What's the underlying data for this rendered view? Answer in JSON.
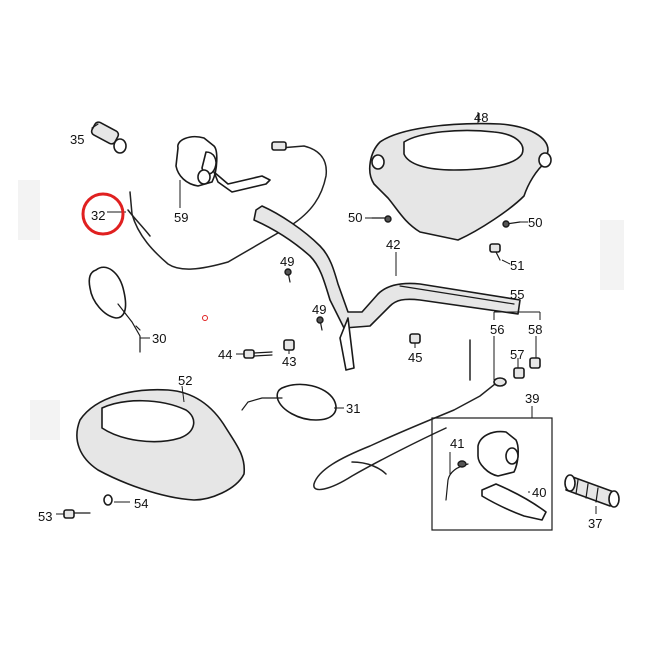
{
  "diagram": {
    "labels": {
      "p35": "35",
      "p59": "59",
      "p32": "32",
      "p48": "48",
      "p50a": "50",
      "p50b": "50",
      "p51": "51",
      "p42": "42",
      "p49a": "49",
      "p49b": "49",
      "p30": "30",
      "p44": "44",
      "p43": "43",
      "p45": "45",
      "p55": "55",
      "p56": "56",
      "p57": "57",
      "p58": "58",
      "p52": "52",
      "p31": "31",
      "p39": "39",
      "p41": "41",
      "p40": "40",
      "p53": "53",
      "p54": "54",
      "p37": "37"
    },
    "colors": {
      "highlight": "#e02020",
      "line": "#1a1a1a"
    }
  }
}
